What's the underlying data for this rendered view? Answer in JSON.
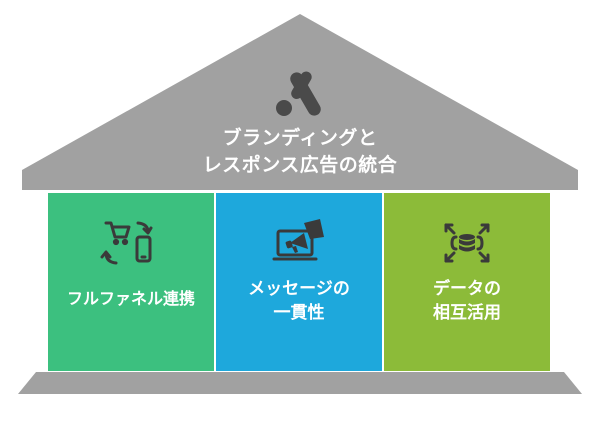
{
  "roof": {
    "title_line1": "ブランディングと",
    "title_line2": "レスポンス広告の統合",
    "logo_icon": "google-ads-logo-icon",
    "color": "#a1a1a1"
  },
  "pillars": [
    {
      "label_line1": "フルファネル連携",
      "label_line2": "",
      "icon": "cart-phone-cycle-icon",
      "color": "#3cc07f"
    },
    {
      "label_line1": "メッセージの",
      "label_line2": "一貫性",
      "icon": "laptop-megaphone-icon",
      "color": "#1ea8dc"
    },
    {
      "label_line1": "データの",
      "label_line2": "相互活用",
      "icon": "database-expand-icon",
      "color": "#8cbb39"
    }
  ],
  "base": {
    "color": "#a1a1a1"
  }
}
